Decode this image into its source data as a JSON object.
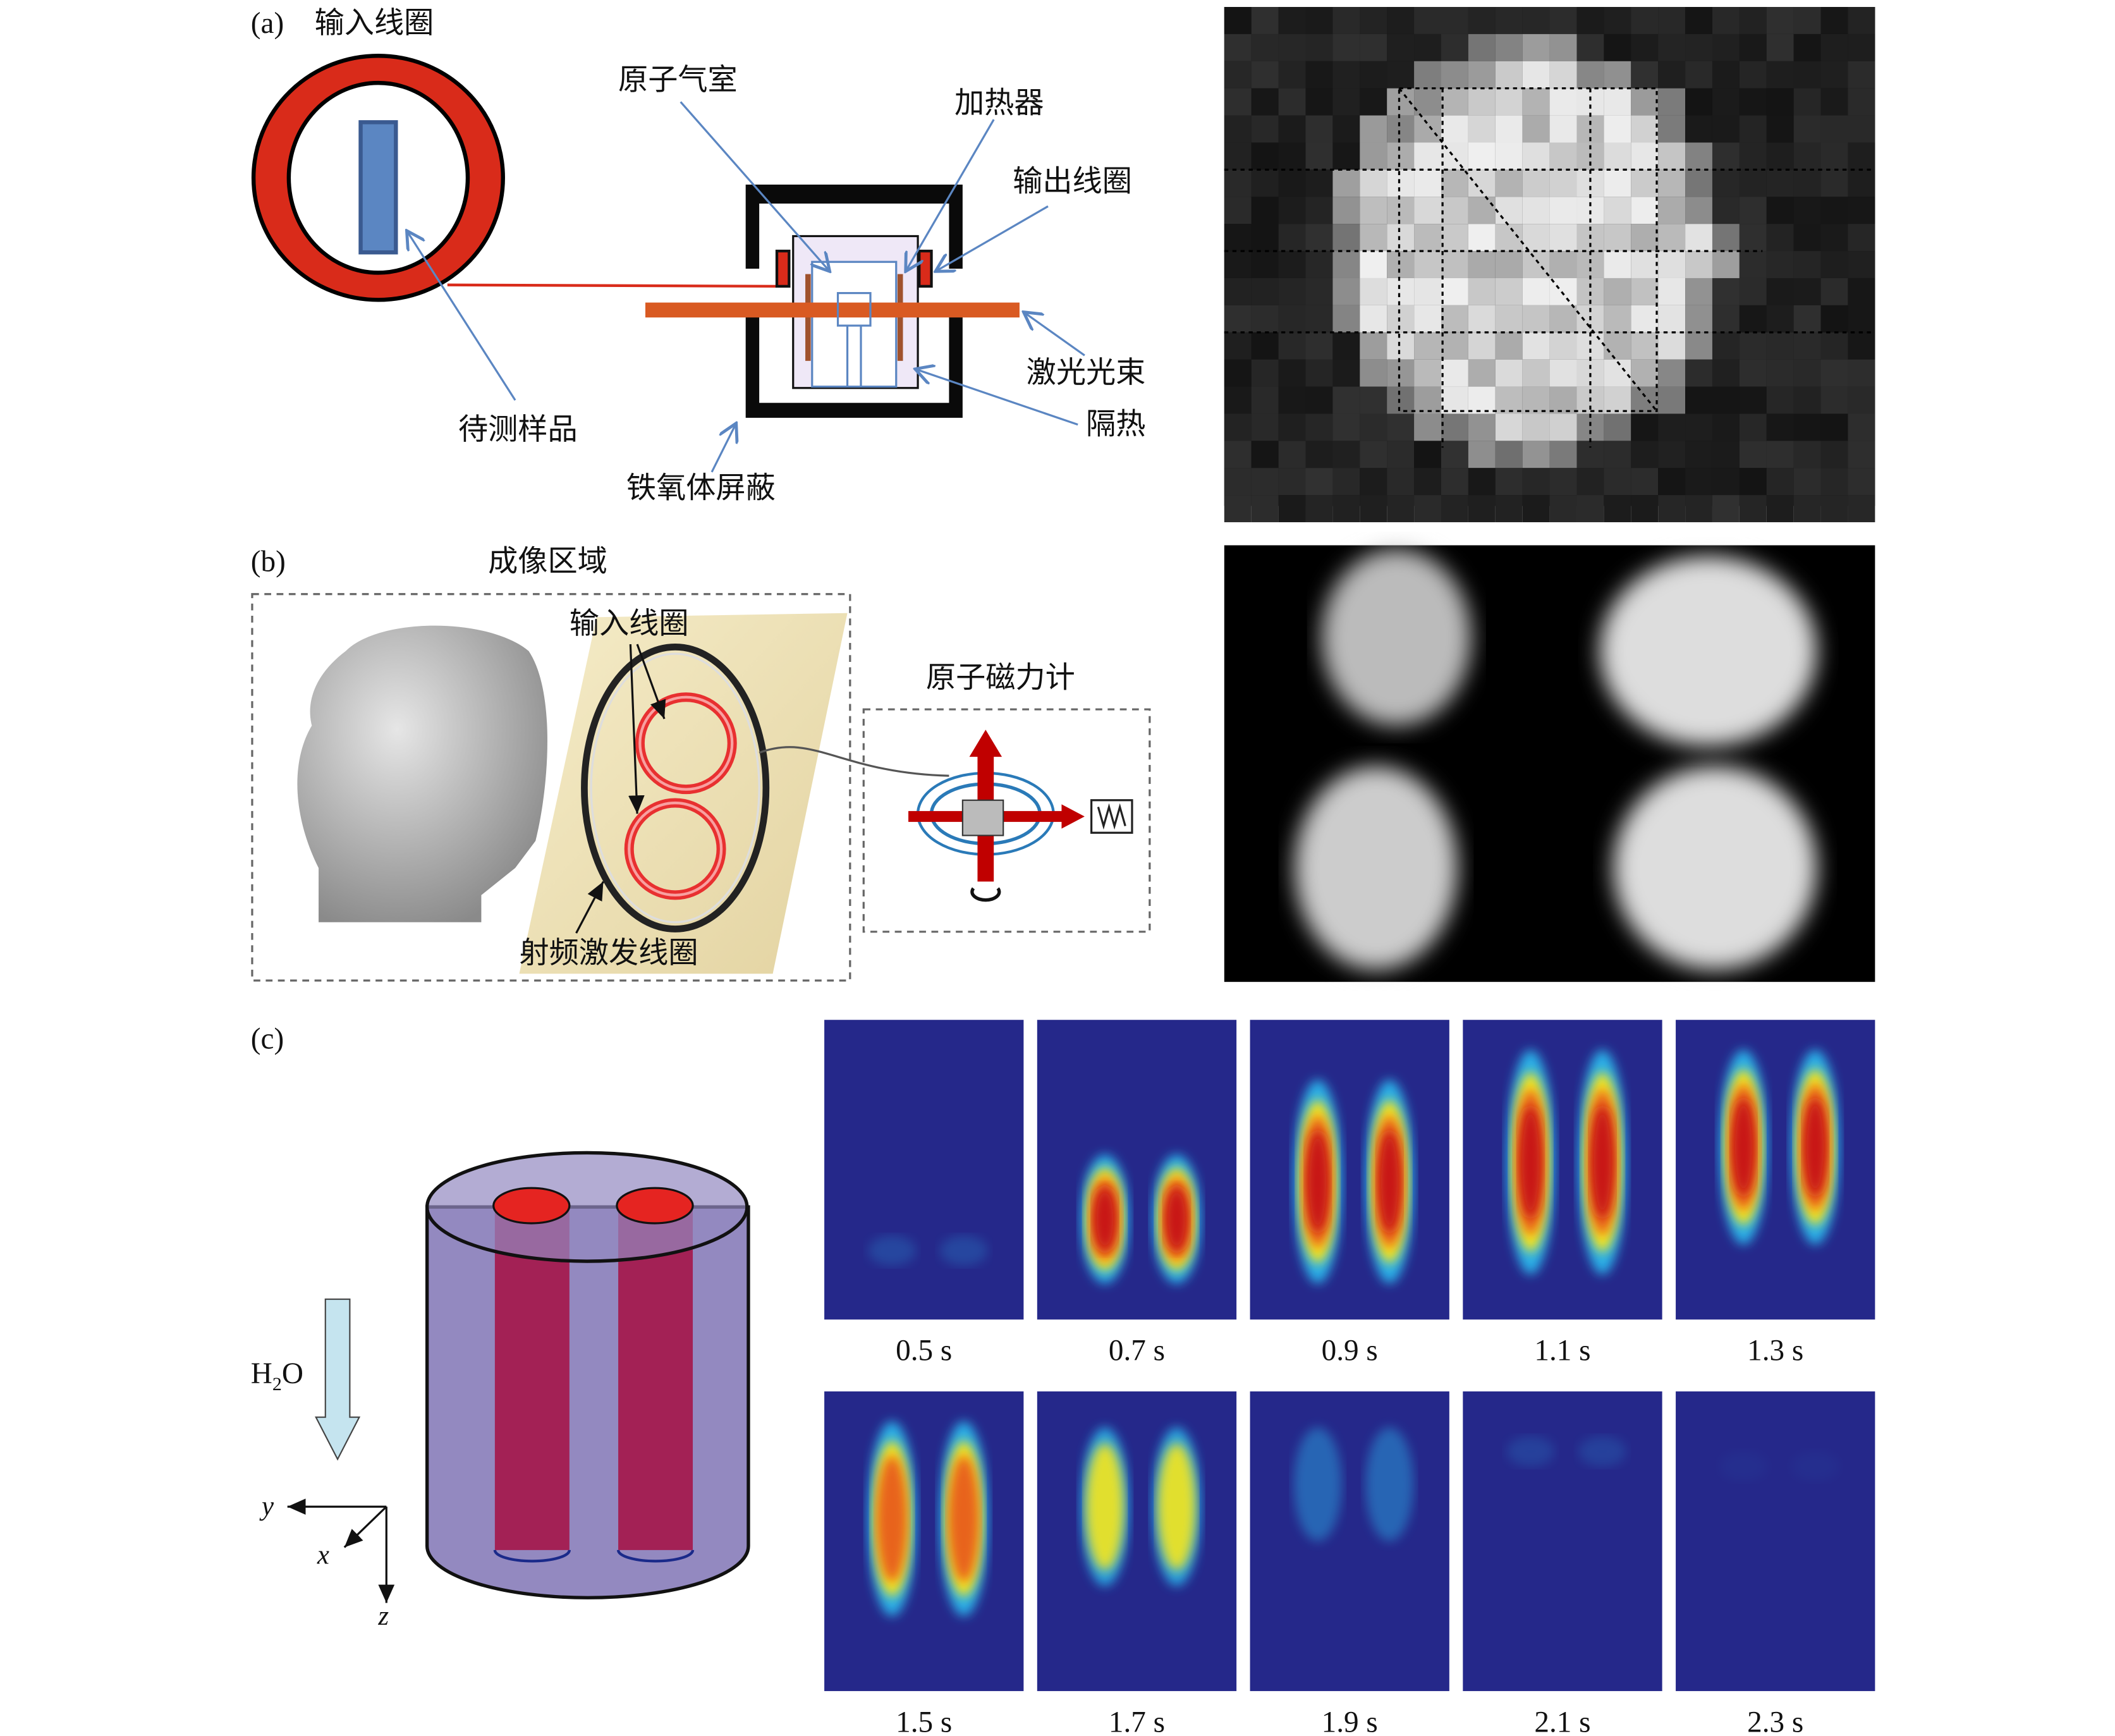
{
  "panel_a": {
    "label": "(a)",
    "input_coil": "输入线圈",
    "atom_cell": "原子气室",
    "heater": "加热器",
    "output_coil": "输出线圈",
    "laser_beam": "激光光束",
    "insulation": "隔热",
    "sample": "待测样品",
    "ferrite_shield": "铁氧体屏蔽"
  },
  "panel_b": {
    "label": "(b)",
    "imaging_region": "成像区域",
    "input_coil": "输入线圈",
    "rf_coil": "射频激发线圈",
    "magnetometer": "原子磁力计"
  },
  "panel_c": {
    "label": "(c)",
    "flow_label_h": "H",
    "flow_label_sub": "2",
    "flow_label_o": "O",
    "axes": {
      "x": "x",
      "y": "y",
      "z": "z"
    },
    "frames": [
      {
        "time": "0.5 s"
      },
      {
        "time": "0.7 s"
      },
      {
        "time": "0.9 s"
      },
      {
        "time": "1.1 s"
      },
      {
        "time": "1.3 s"
      },
      {
        "time": "1.5 s"
      },
      {
        "time": "1.7 s"
      },
      {
        "time": "1.9 s"
      },
      {
        "time": "2.1 s"
      },
      {
        "time": "2.3 s"
      }
    ]
  },
  "colors": {
    "coil_red": "#d92b1a",
    "laser_orange": "#d95a22",
    "sample_blue": "#5b86c2",
    "heatmap_bg": "#25288a",
    "tube": "#a32155",
    "cylinder": "#9389c0"
  }
}
